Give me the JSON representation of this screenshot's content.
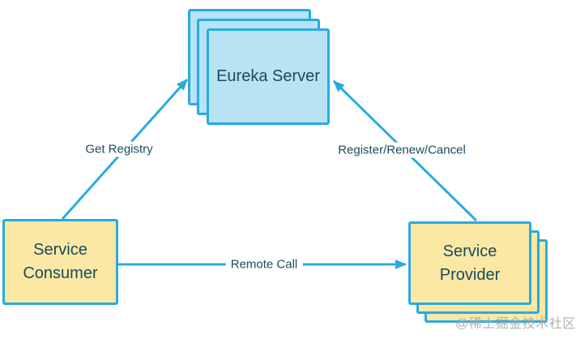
{
  "diagram": {
    "nodes": {
      "eureka_server": {
        "label": "Eureka Server"
      },
      "service_consumer": {
        "label": "Service Consumer"
      },
      "service_provider": {
        "label": "Service Provider"
      }
    },
    "edges": {
      "get_registry": {
        "label": "Get Registry",
        "from": "Service Consumer",
        "to": "Eureka Server"
      },
      "register_renew_cancel": {
        "label": "Register/Renew/Cancel",
        "from": "Service Provider",
        "to": "Eureka Server"
      },
      "remote_call": {
        "label": "Remote Call",
        "from": "Service Consumer",
        "to": "Service Provider"
      }
    },
    "watermark": "@稀土掘金技术社区",
    "colors": {
      "accent_cyan": "#29abe2",
      "server_fill": "#b7e3f2",
      "service_fill": "#fae8a4",
      "text": "#1a4a5e",
      "watermark": "#a6a6a6",
      "background": "#ffffff"
    }
  }
}
